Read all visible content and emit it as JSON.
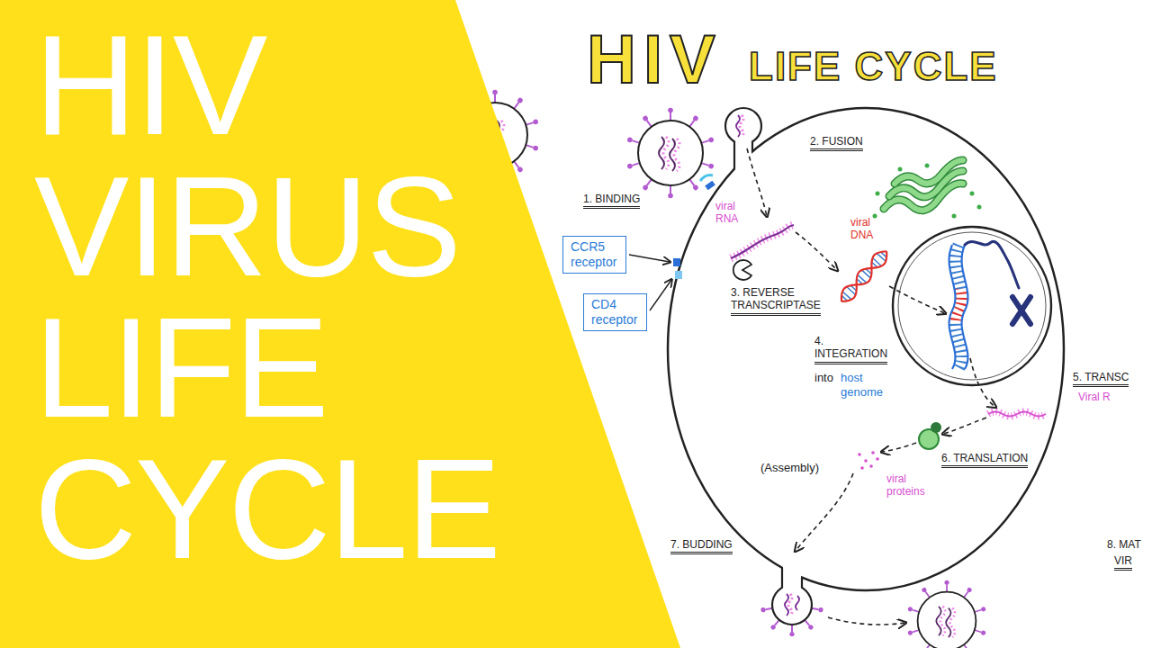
{
  "diagram": {
    "nodes": [
      {
        "text": [
          "HIV VIRUS LIFE CYCLE"
        ]
      },
      {
        "text": [
          "CCR5 receptor"
        ]
      },
      {
        "text": [
          "CD4 receptor"
        ]
      }
    ],
    "labels": [
      "HIV",
      "LIFE CYCLE",
      "1. BINDING",
      "2. FUSION",
      "viral RNA",
      "viral DNA",
      "3. REVERSE TRANSCRIPTASE",
      "4. INTEGRATION",
      "into",
      "host genome",
      "5. TRANSC",
      "Viral R",
      "(Assembly)",
      "6. TRANSLATION",
      "viral proteins",
      "7. BUDDING",
      "8. MAT",
      "VIR"
    ]
  }
}
